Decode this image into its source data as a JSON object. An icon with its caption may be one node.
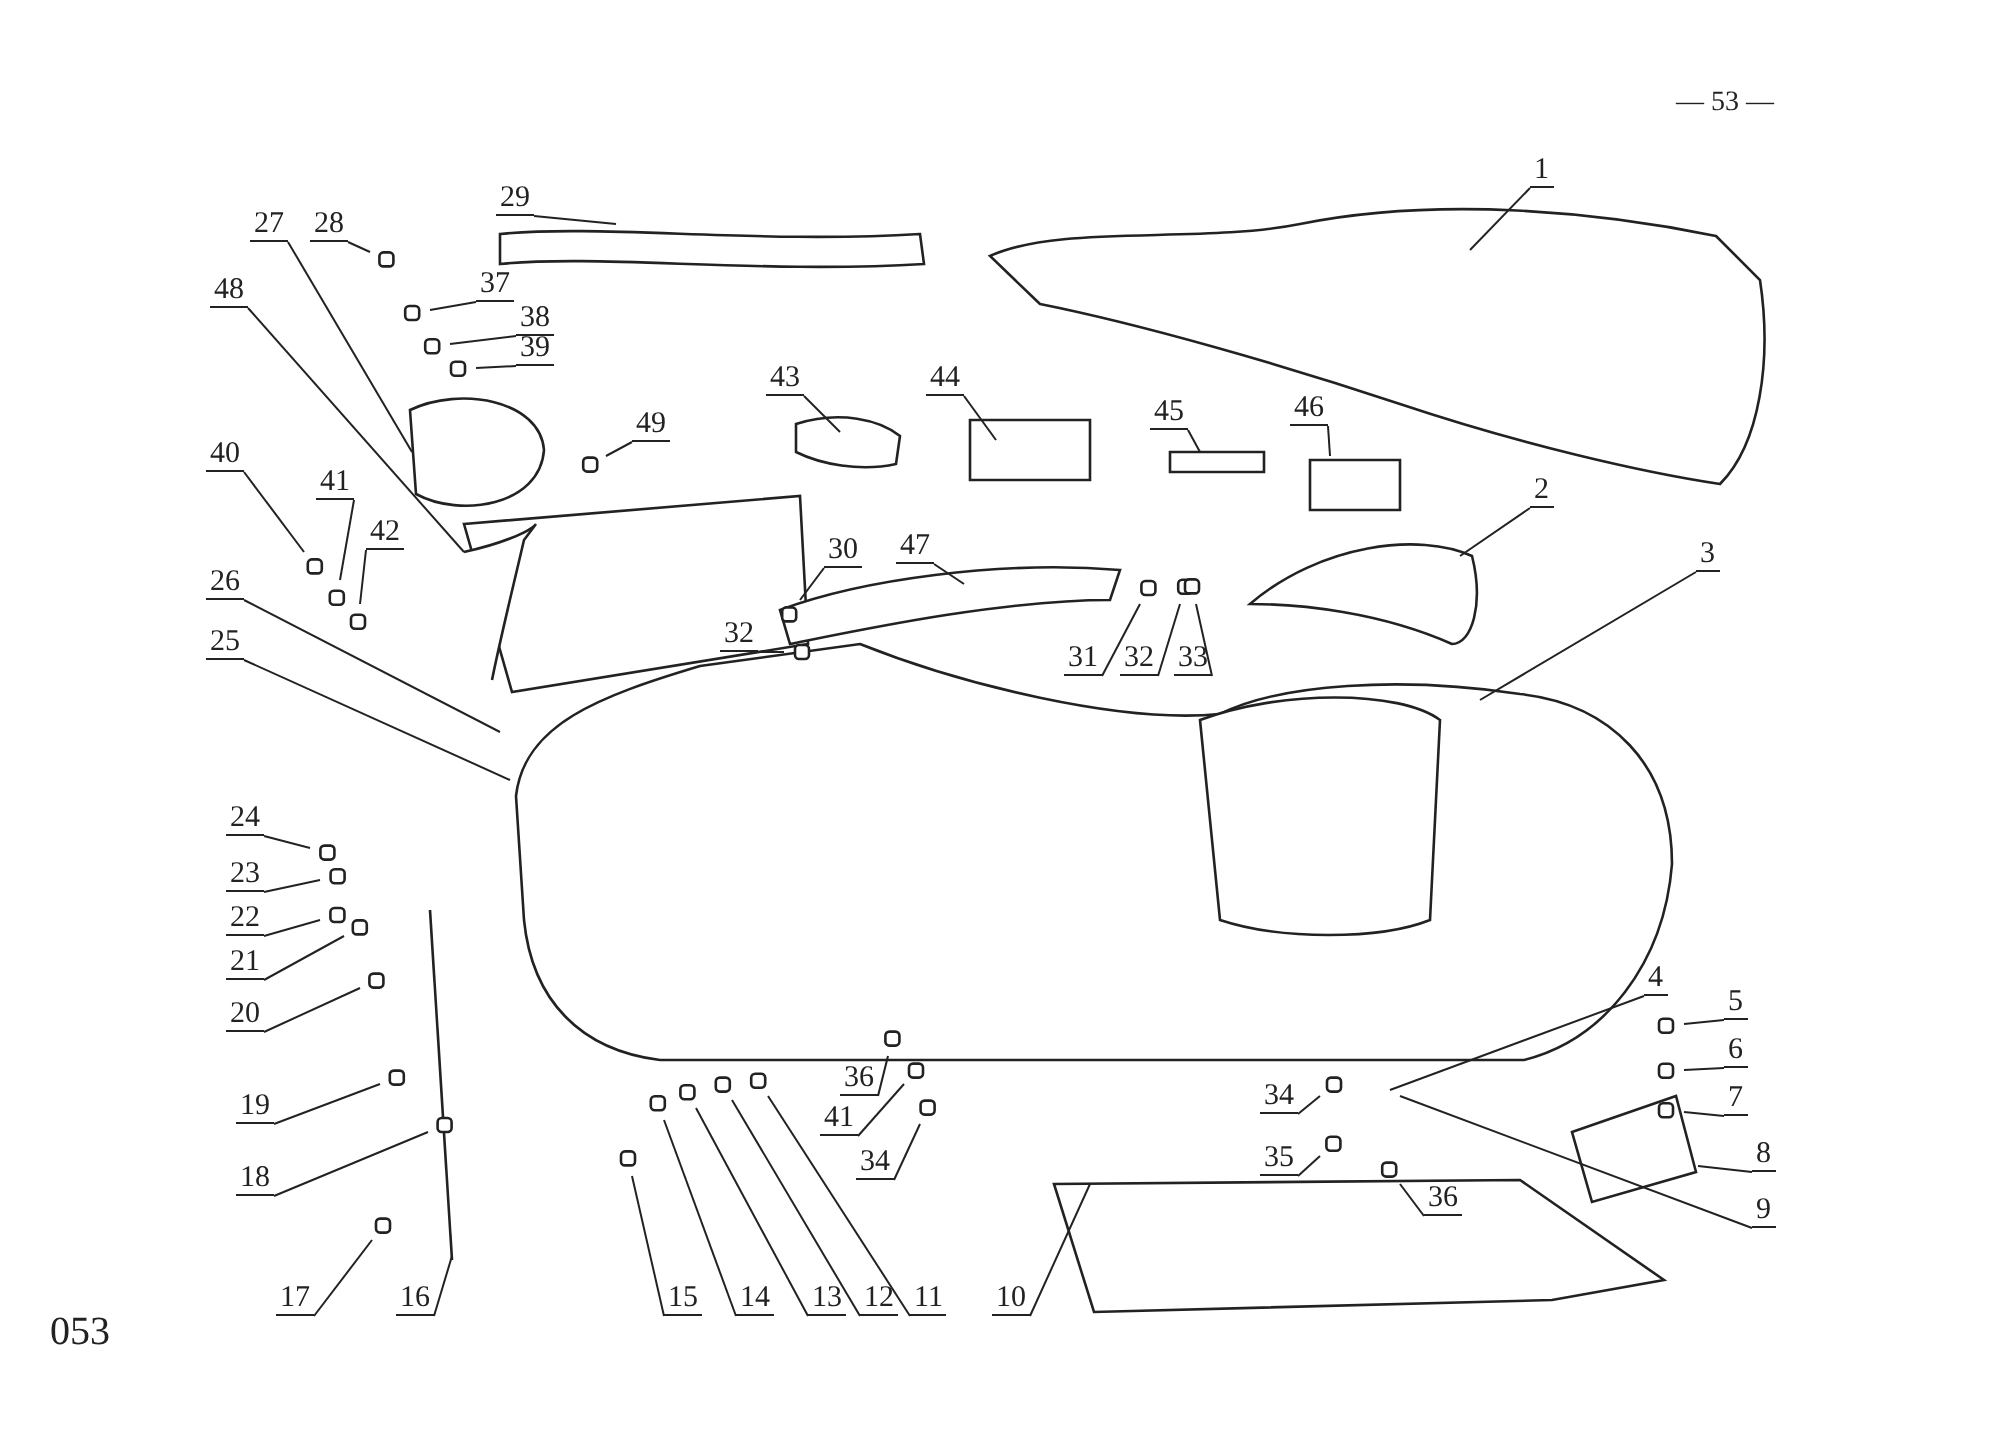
{
  "diagram": {
    "nodes": [
      {
        "text": [
          "1"
        ]
      },
      {
        "text": [
          "2"
        ]
      },
      {
        "text": [
          "3"
        ]
      },
      {
        "text": [
          "4"
        ]
      },
      {
        "text": [
          "5"
        ]
      },
      {
        "text": [
          "6"
        ]
      },
      {
        "text": [
          "7"
        ]
      },
      {
        "text": [
          "8"
        ]
      },
      {
        "text": [
          "9"
        ]
      },
      {
        "text": [
          "10"
        ]
      },
      {
        "text": [
          "11"
        ]
      },
      {
        "text": [
          "12"
        ]
      },
      {
        "text": [
          "13"
        ]
      },
      {
        "text": [
          "14"
        ]
      },
      {
        "text": [
          "15"
        ]
      },
      {
        "text": [
          "16"
        ]
      },
      {
        "text": [
          "17"
        ]
      },
      {
        "text": [
          "18"
        ]
      },
      {
        "text": [
          "19"
        ]
      },
      {
        "text": [
          "20"
        ]
      },
      {
        "text": [
          "21"
        ]
      },
      {
        "text": [
          "22"
        ]
      },
      {
        "text": [
          "23"
        ]
      },
      {
        "text": [
          "24"
        ]
      },
      {
        "text": [
          "25"
        ]
      },
      {
        "text": [
          "26"
        ]
      },
      {
        "text": [
          "27"
        ]
      },
      {
        "text": [
          "28"
        ]
      },
      {
        "text": [
          "29"
        ]
      },
      {
        "text": [
          "30"
        ]
      },
      {
        "text": [
          "31"
        ]
      },
      {
        "text": [
          "32"
        ]
      },
      {
        "text": [
          "33"
        ]
      },
      {
        "text": [
          "32"
        ]
      },
      {
        "text": [
          "34"
        ]
      },
      {
        "text": [
          "35"
        ]
      },
      {
        "text": [
          "36"
        ]
      },
      {
        "text": [
          "36"
        ]
      },
      {
        "text": [
          "41"
        ]
      },
      {
        "text": [
          "34"
        ]
      },
      {
        "text": [
          "37"
        ]
      },
      {
        "text": [
          "38"
        ]
      },
      {
        "text": [
          "39"
        ]
      },
      {
        "text": [
          "40"
        ]
      },
      {
        "text": [
          "41"
        ]
      },
      {
        "text": [
          "42"
        ]
      },
      {
        "text": [
          "43"
        ]
      },
      {
        "text": [
          "44"
        ]
      },
      {
        "text": [
          "45"
        ]
      },
      {
        "text": [
          "46"
        ]
      },
      {
        "text": [
          "47"
        ]
      },
      {
        "text": [
          "48"
        ]
      },
      {
        "text": [
          "49"
        ]
      }
    ],
    "edges": [
      {
        "from": 0,
        "to": null,
        "arrow": "none"
      },
      {
        "from": 1,
        "to": null,
        "arrow": "none"
      },
      {
        "from": 2,
        "to": null,
        "arrow": "none"
      },
      {
        "from": 3,
        "to": null,
        "arrow": "none"
      },
      {
        "from": 4,
        "to": null,
        "arrow": "none"
      },
      {
        "from": 5,
        "to": null,
        "arrow": "none"
      },
      {
        "from": 6,
        "to": null,
        "arrow": "none"
      },
      {
        "from": 7,
        "to": null,
        "arrow": "none"
      },
      {
        "from": 8,
        "to": null,
        "arrow": "none"
      },
      {
        "from": 9,
        "to": null,
        "arrow": "none"
      },
      {
        "from": 10,
        "to": null,
        "arrow": "none"
      },
      {
        "from": 11,
        "to": null,
        "arrow": "none"
      },
      {
        "from": 12,
        "to": null,
        "arrow": "none"
      },
      {
        "from": 13,
        "to": null,
        "arrow": "none"
      },
      {
        "from": 14,
        "to": null,
        "arrow": "none"
      },
      {
        "from": 15,
        "to": null,
        "arrow": "none"
      },
      {
        "from": 16,
        "to": null,
        "arrow": "none"
      },
      {
        "from": 17,
        "to": null,
        "arrow": "none"
      },
      {
        "from": 18,
        "to": null,
        "arrow": "none"
      },
      {
        "from": 19,
        "to": null,
        "arrow": "none"
      },
      {
        "from": 20,
        "to": null,
        "arrow": "none"
      },
      {
        "from": 21,
        "to": null,
        "arrow": "none"
      },
      {
        "from": 22,
        "to": null,
        "arrow": "none"
      },
      {
        "from": 23,
        "to": null,
        "arrow": "none"
      },
      {
        "from": 24,
        "to": null,
        "arrow": "none"
      },
      {
        "from": 25,
        "to": null,
        "arrow": "none"
      },
      {
        "from": 26,
        "to": null,
        "arrow": "none"
      },
      {
        "from": 27,
        "to": null,
        "arrow": "none"
      },
      {
        "from": 28,
        "to": null,
        "arrow": "none"
      },
      {
        "from": 29,
        "to": null,
        "arrow": "none"
      },
      {
        "from": 30,
        "to": null,
        "arrow": "none"
      },
      {
        "from": 31,
        "to": null,
        "arrow": "none"
      },
      {
        "from": 32,
        "to": null,
        "arrow": "none"
      },
      {
        "from": 33,
        "to": null,
        "arrow": "none"
      },
      {
        "from": 34,
        "to": null,
        "arrow": "none"
      },
      {
        "from": 35,
        "to": null,
        "arrow": "none"
      },
      {
        "from": 36,
        "to": null,
        "arrow": "none"
      },
      {
        "from": 37,
        "to": null,
        "arrow": "none"
      },
      {
        "from": 38,
        "to": null,
        "arrow": "none"
      },
      {
        "from": 39,
        "to": null,
        "arrow": "none"
      },
      {
        "from": 40,
        "to": null,
        "arrow": "none"
      },
      {
        "from": 41,
        "to": null,
        "arrow": "none"
      },
      {
        "from": 42,
        "to": null,
        "arrow": "none"
      },
      {
        "from": 43,
        "to": null,
        "arrow": "none"
      },
      {
        "from": 44,
        "to": null,
        "arrow": "none"
      },
      {
        "from": 45,
        "to": null,
        "arrow": "none"
      },
      {
        "from": 46,
        "to": null,
        "arrow": "none"
      },
      {
        "from": 47,
        "to": null,
        "arrow": "none"
      },
      {
        "from": 48,
        "to": null,
        "arrow": "none"
      },
      {
        "from": 49,
        "to": null,
        "arrow": "none"
      },
      {
        "from": 50,
        "to": null,
        "arrow": "none"
      },
      {
        "from": 51,
        "to": null,
        "arrow": "none"
      },
      {
        "from": 52,
        "to": null,
        "arrow": "none"
      }
    ],
    "labels": [
      "— 53 —",
      "053"
    ]
  }
}
